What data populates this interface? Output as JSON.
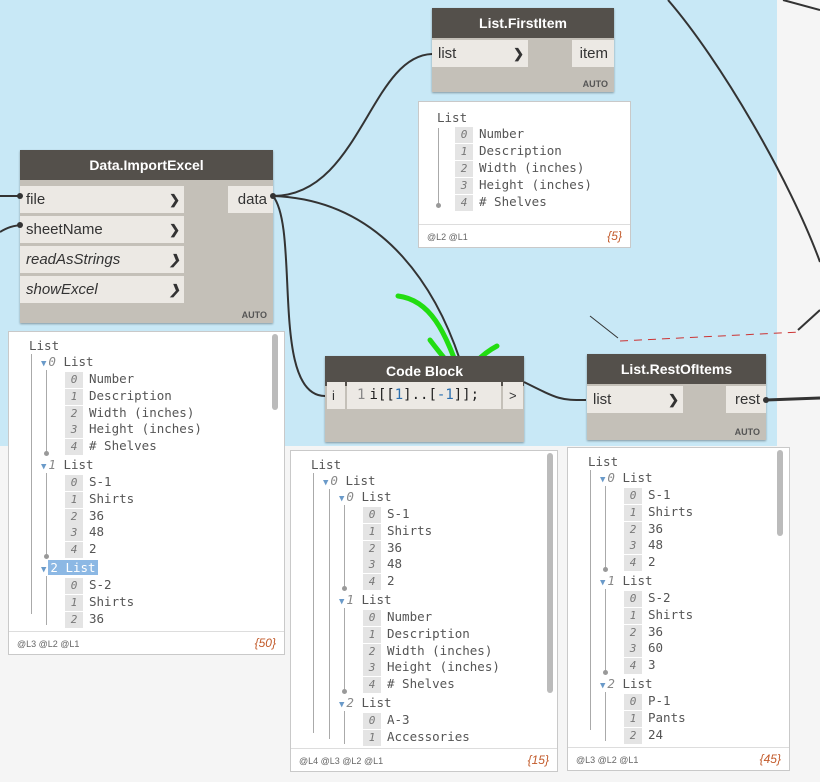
{
  "nodes": {
    "import_excel": {
      "title": "Data.ImportExcel",
      "inputs": [
        "file",
        "sheetName",
        "readAsStrings",
        "showExcel"
      ],
      "output": "data",
      "mode": "AUTO"
    },
    "first_item": {
      "title": "List.FirstItem",
      "input": "list",
      "output": "item",
      "mode": "AUTO"
    },
    "code_block": {
      "title": "Code Block",
      "input": "i",
      "line_no": "1",
      "code_prefix": "i[[",
      "code_a": "1",
      "code_mid": "]..[",
      "code_b": "-1",
      "code_suffix": "]];",
      "output": ">"
    },
    "rest_of_items": {
      "title": "List.RestOfItems",
      "input": "list",
      "output": "rest",
      "mode": "AUTO"
    }
  },
  "previews": {
    "first_item": {
      "root": "List",
      "items": [
        {
          "i": "0",
          "v": "Number"
        },
        {
          "i": "1",
          "v": "Description"
        },
        {
          "i": "2",
          "v": "Width (inches)"
        },
        {
          "i": "3",
          "v": "Height (inches)"
        },
        {
          "i": "4",
          "v": "# Shelves"
        }
      ],
      "levels": "@L2 @L1",
      "count": "{5}"
    },
    "import_excel": {
      "root": "List",
      "groups": [
        {
          "label": "List",
          "idx": "0",
          "items": [
            {
              "i": "0",
              "v": "Number"
            },
            {
              "i": "1",
              "v": "Description"
            },
            {
              "i": "2",
              "v": "Width (inches)"
            },
            {
              "i": "3",
              "v": "Height (inches)"
            },
            {
              "i": "4",
              "v": "# Shelves"
            }
          ]
        },
        {
          "label": "List",
          "idx": "1",
          "items": [
            {
              "i": "0",
              "v": "S-1"
            },
            {
              "i": "1",
              "v": "Shirts"
            },
            {
              "i": "2",
              "v": "36"
            },
            {
              "i": "3",
              "v": "48"
            },
            {
              "i": "4",
              "v": "2"
            }
          ]
        },
        {
          "label": "List",
          "idx": "2",
          "items": [
            {
              "i": "0",
              "v": "S-2"
            },
            {
              "i": "1",
              "v": "Shirts"
            },
            {
              "i": "2",
              "v": "36"
            }
          ]
        }
      ],
      "levels": "@L3 @L2 @L1",
      "count": "{50}"
    },
    "code_block": {
      "root": "List",
      "outer_idx": "0",
      "outer_label": "List",
      "groups": [
        {
          "label": "List",
          "idx": "0",
          "items": [
            {
              "i": "0",
              "v": "S-1"
            },
            {
              "i": "1",
              "v": "Shirts"
            },
            {
              "i": "2",
              "v": "36"
            },
            {
              "i": "3",
              "v": "48"
            },
            {
              "i": "4",
              "v": "2"
            }
          ]
        },
        {
          "label": "List",
          "idx": "1",
          "items": [
            {
              "i": "0",
              "v": "Number"
            },
            {
              "i": "1",
              "v": "Description"
            },
            {
              "i": "2",
              "v": "Width (inches)"
            },
            {
              "i": "3",
              "v": "Height (inches)"
            },
            {
              "i": "4",
              "v": "# Shelves"
            }
          ]
        },
        {
          "label": "List",
          "idx": "2",
          "items": [
            {
              "i": "0",
              "v": "A-3"
            },
            {
              "i": "1",
              "v": "Accessories"
            }
          ]
        }
      ],
      "levels": "@L4 @L3 @L2 @L1",
      "count": "{15}"
    },
    "rest_of_items": {
      "root": "List",
      "groups": [
        {
          "label": "List",
          "idx": "0",
          "items": [
            {
              "i": "0",
              "v": "S-1"
            },
            {
              "i": "1",
              "v": "Shirts"
            },
            {
              "i": "2",
              "v": "36"
            },
            {
              "i": "3",
              "v": "48"
            },
            {
              "i": "4",
              "v": "2"
            }
          ]
        },
        {
          "label": "List",
          "idx": "1",
          "items": [
            {
              "i": "0",
              "v": "S-2"
            },
            {
              "i": "1",
              "v": "Shirts"
            },
            {
              "i": "2",
              "v": "36"
            },
            {
              "i": "3",
              "v": "60"
            },
            {
              "i": "4",
              "v": "3"
            }
          ]
        },
        {
          "label": "List",
          "idx": "2",
          "items": [
            {
              "i": "0",
              "v": "P-1"
            },
            {
              "i": "1",
              "v": "Pants"
            },
            {
              "i": "2",
              "v": "24"
            }
          ]
        }
      ],
      "levels": "@L3 @L2 @L1",
      "count": "{45}"
    }
  },
  "colors": {
    "group_background": "#c8e8f6",
    "node_header": "#54504b",
    "node_body": "#c4c0b8",
    "annotation_arrow": "#22dd11",
    "dashed_line": "#cc3333"
  }
}
